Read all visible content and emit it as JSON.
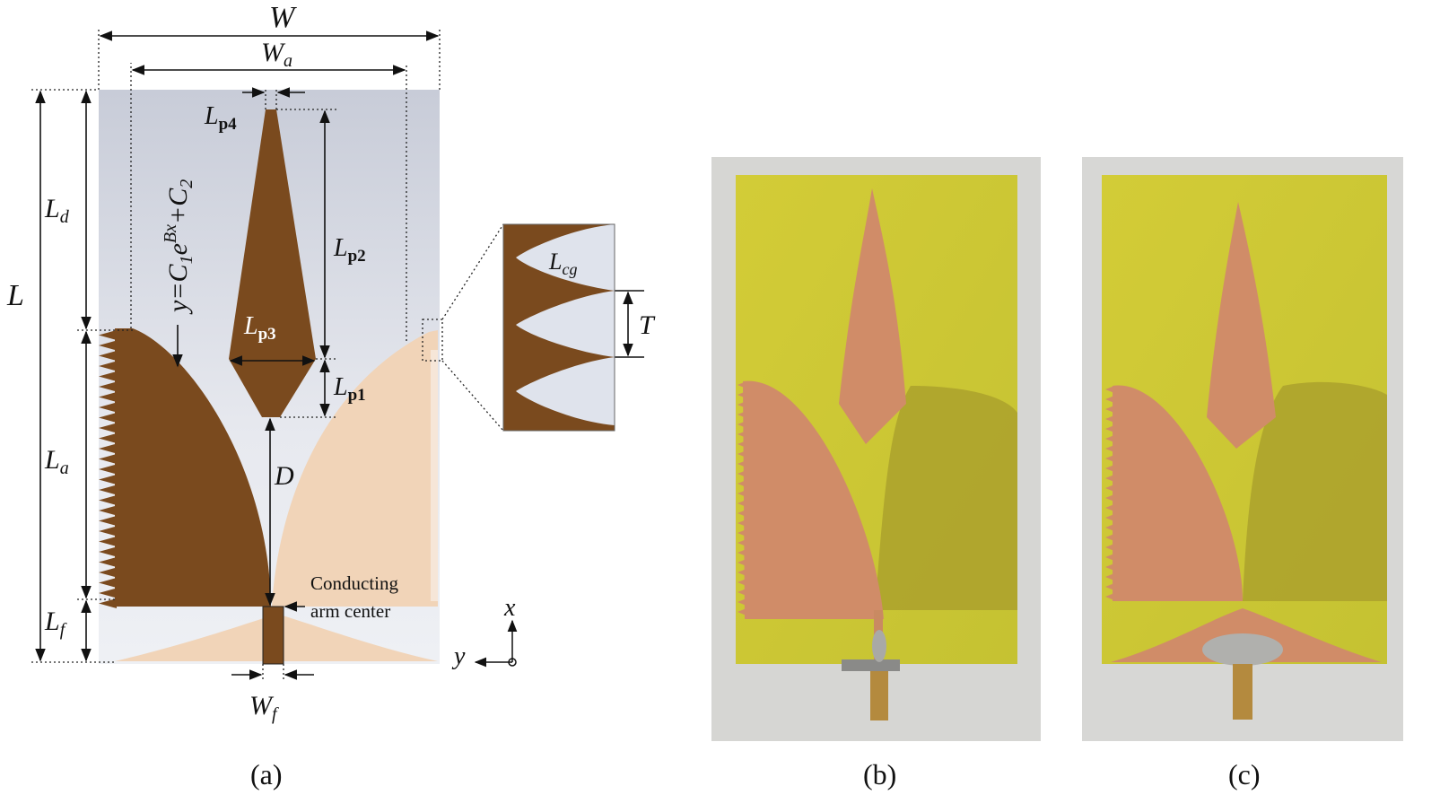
{
  "figure": {
    "panel_a": {
      "caption": "(a)",
      "dims": {
        "W": "W",
        "Wa": {
          "main": "W",
          "sub": "a"
        },
        "Wf": {
          "main": "W",
          "sub": "f"
        },
        "L": "L",
        "Ld": {
          "main": "L",
          "sub": "d"
        },
        "La": {
          "main": "L",
          "sub": "a"
        },
        "Lf": {
          "main": "L",
          "sub": "f"
        },
        "Lp1": {
          "main": "L",
          "sub": "p1"
        },
        "Lp2": {
          "main": "L",
          "sub": "p2"
        },
        "Lp3": {
          "main": "L",
          "sub": "p3"
        },
        "Lp4": {
          "main": "L",
          "sub": "p4"
        },
        "D": "D",
        "T": "T",
        "Lcg": {
          "main": "L",
          "sub": "cg"
        }
      },
      "equation": {
        "lhs": "y=C",
        "sub1": "1",
        "e": "e",
        "exp": "Bx",
        "plus": "+C",
        "sub2": "2"
      },
      "annotation": {
        "line1": "Conducting",
        "line2": "arm center"
      },
      "axes": {
        "x": "x",
        "y": "y"
      }
    },
    "panel_b": {
      "caption": "(b)"
    },
    "panel_c": {
      "caption": "(c)"
    },
    "colors": {
      "copper_brown": "#7a4a1e",
      "copper_light": "#f1d4b8",
      "substrate_bg": "#dfe3ec",
      "fr4_green": "#cfcb36",
      "photo_copper": "#d48f69",
      "photo_bg": "#d7d7d5"
    }
  }
}
